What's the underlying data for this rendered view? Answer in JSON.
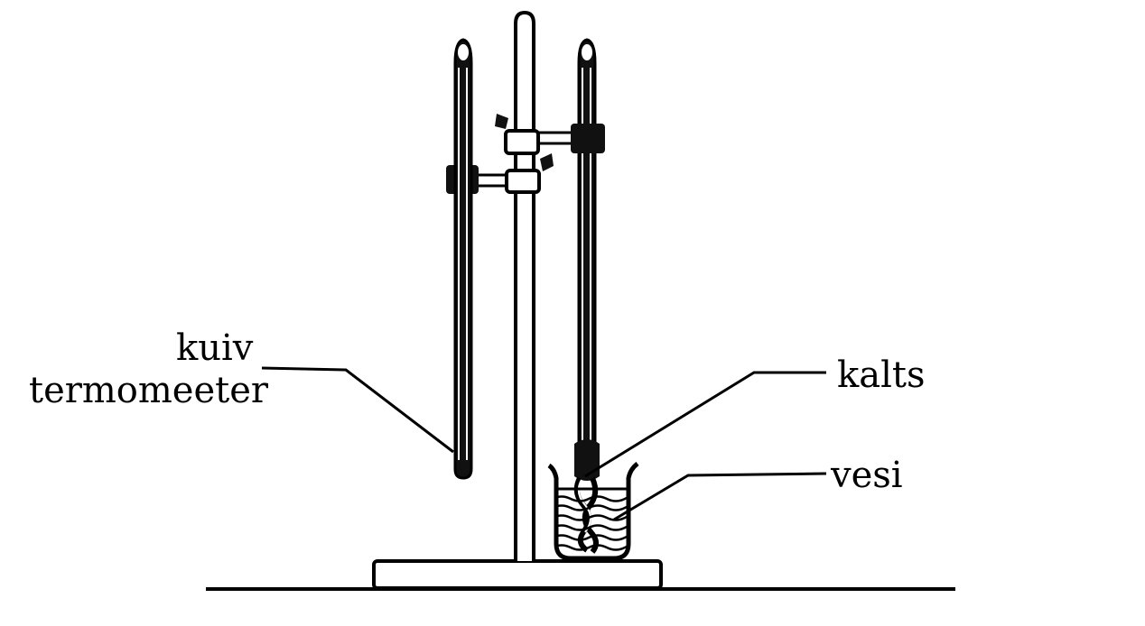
{
  "labels": {
    "dry_thermometer_line1": "kuiv",
    "dry_thermometer_line2": "termomeeter",
    "wick": "kalts",
    "water": "vesi"
  },
  "colors": {
    "ink": "#000000",
    "paper": "#ffffff"
  }
}
